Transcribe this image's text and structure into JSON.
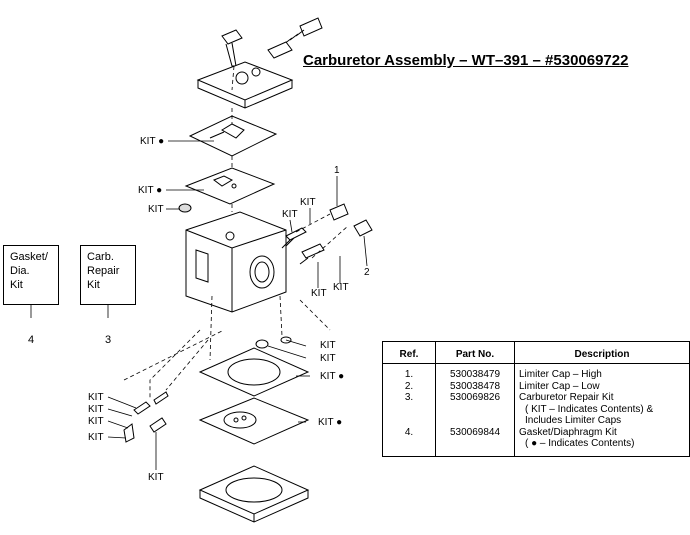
{
  "title": "Carburetor Assembly  –  WT–391  –  #530069722",
  "kit_boxes": [
    {
      "lines": [
        "Gasket/",
        "Dia.",
        "Kit"
      ],
      "number": "4"
    },
    {
      "lines": [
        "Carb.",
        "Repair",
        "Kit"
      ],
      "number": "3"
    }
  ],
  "callouts": {
    "kit": "KIT",
    "kit_dot": "KIT ●",
    "dot_kit": "KIT ●",
    "ref_1": "1",
    "ref_2": "2"
  },
  "table": {
    "headers": [
      "Ref.",
      "Part No.",
      "Description"
    ],
    "rows": [
      {
        "ref": "1.",
        "part": "530038479",
        "desc": [
          "Limiter Cap – High"
        ]
      },
      {
        "ref": "2.",
        "part": "530038478",
        "desc": [
          "Limiter Cap – Low"
        ]
      },
      {
        "ref": "3.",
        "part": "530069826",
        "desc": [
          "Carburetor Repair Kit",
          "( KIT –  Indicates Contents)  &",
          "Includes Limiter Caps"
        ]
      },
      {
        "ref": "4.",
        "part": "530069844",
        "desc": [
          "Gasket/Diaphragm Kit",
          "( ● –  Indicates Contents)"
        ]
      }
    ]
  }
}
